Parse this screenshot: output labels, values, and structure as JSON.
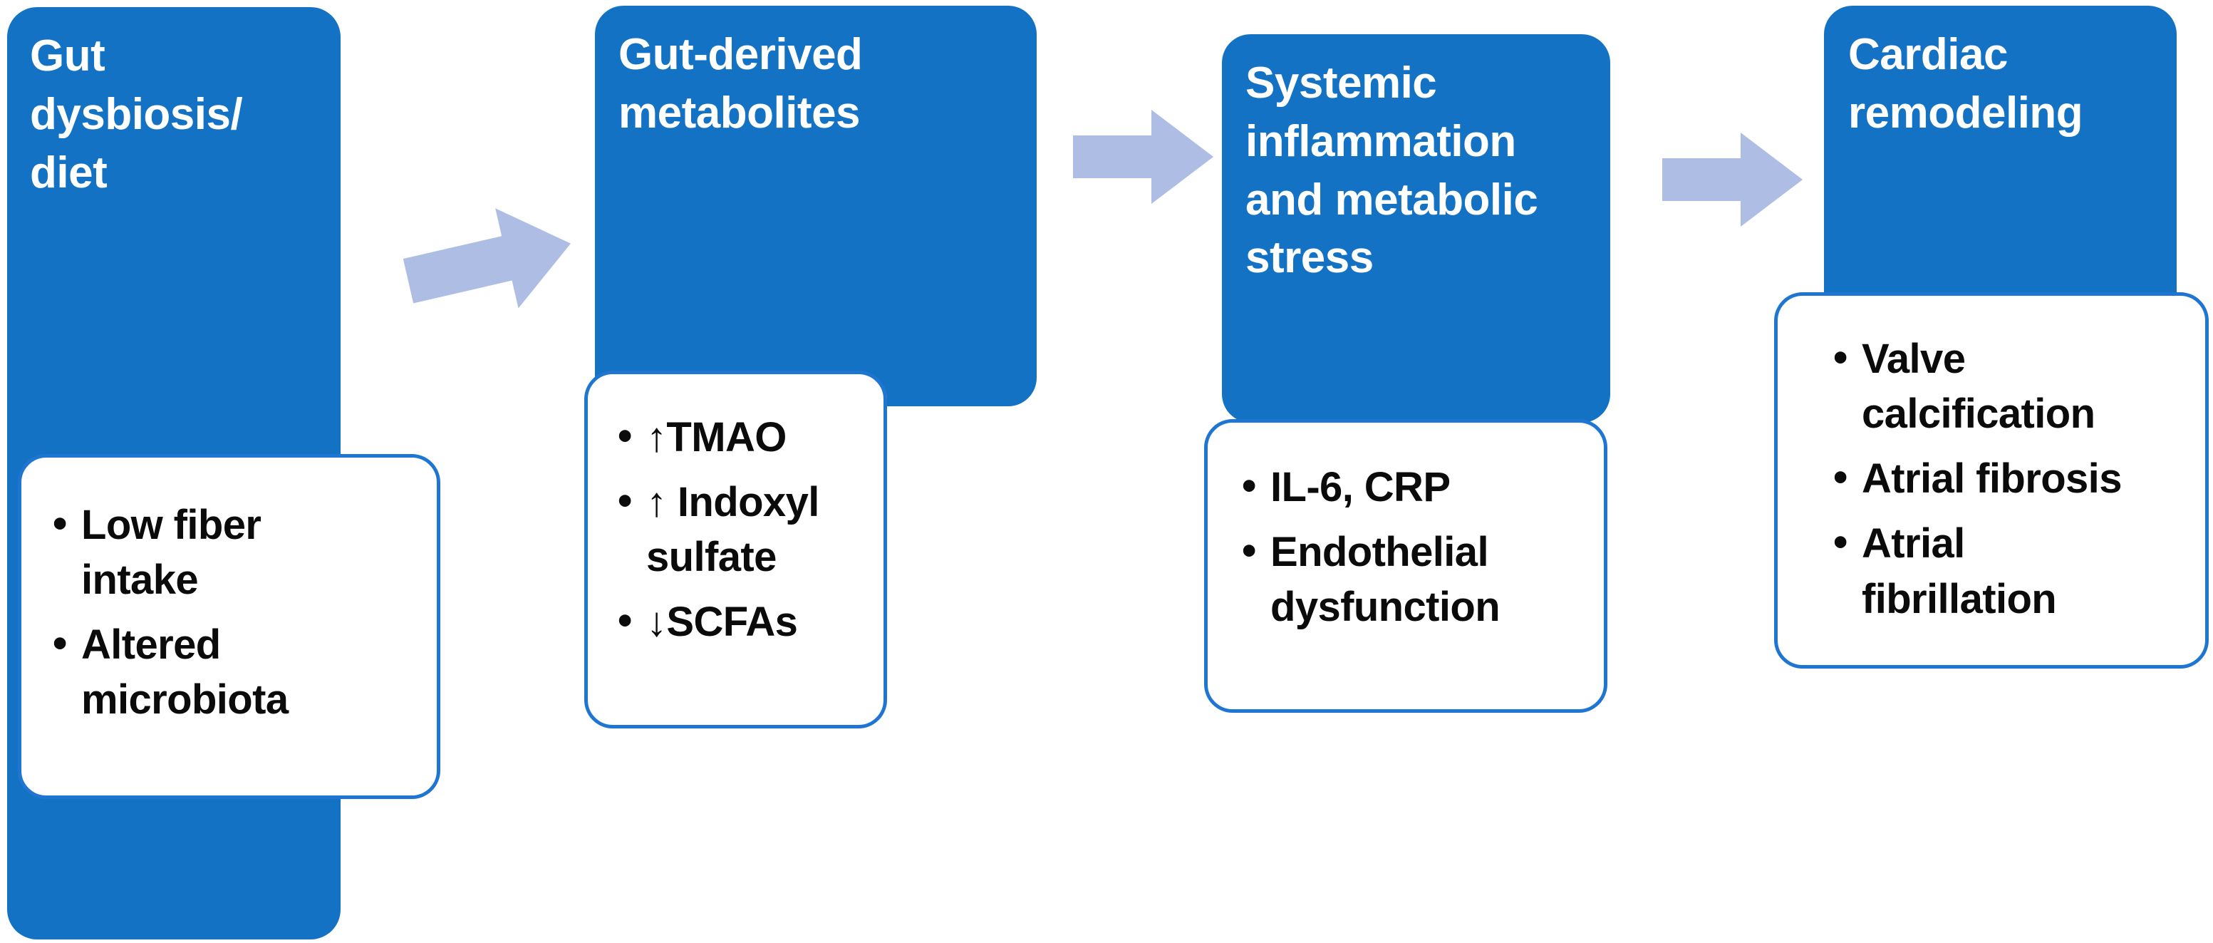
{
  "diagram": {
    "title": "Gut dysbiosis to cardiac remodeling pathway",
    "accent_blue": "#1472c4",
    "outline_blue": "#1f76d2",
    "arrow_color": "#aebde4",
    "wash_color": "#eaeefa",
    "text_dark": "#0b0b0b",
    "text_light": "#ffffff",
    "background": "#ffffff"
  },
  "stages": [
    {
      "id": "gut-dysbiosis-diet",
      "title": "Gut\ndysbiosis/\ndiet",
      "details": [
        "Low fiber intake",
        "Altered microbiota"
      ]
    },
    {
      "id": "gut-derived-metabolites",
      "title": "Gut-derived\nmetabolites",
      "details": [
        "↑TMAO",
        "↑ Indoxyl sulfate",
        "↓SCFAs"
      ]
    },
    {
      "id": "systemic-inflammation",
      "title": "Systemic\ninflammation\nand metabolic\nstress",
      "details": [
        "IL-6, CRP",
        "Endothelial dysfunction"
      ]
    },
    {
      "id": "cardiac-remodeling",
      "title": "Cardiac\nremodeling",
      "details": [
        "Valve calcification",
        "Atrial fibrosis",
        "Atrial fibrillation"
      ]
    }
  ],
  "connectors": [
    {
      "id": "arrow-1",
      "from": "gut-dysbiosis-diet",
      "to": "gut-derived-metabolites"
    },
    {
      "id": "arrow-2",
      "from": "gut-derived-metabolites",
      "to": "systemic-inflammation"
    },
    {
      "id": "arrow-3",
      "from": "systemic-inflammation",
      "to": "cardiac-remodeling"
    }
  ]
}
